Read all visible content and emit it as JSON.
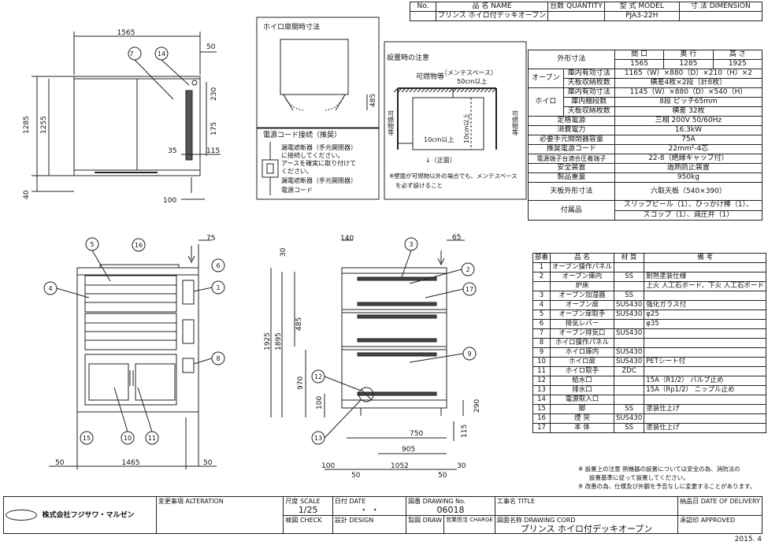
{
  "header": {
    "no_label": "No.",
    "name_label": "品 名 NAME",
    "qty_label": "台数 QUANTITY",
    "model_label": "型 式 MODEL",
    "dim_label": "寸 法 DIMENSION",
    "product_name": "プリンス ホイロ付デッキオーブン",
    "model": "PJA3-22H"
  },
  "door_box": {
    "title": "ホイロ扉開時寸法",
    "dim": "485"
  },
  "power_box": {
    "title": "電源コード接続（推奨）",
    "line1": "漏電遮断器（手元開閉器）",
    "line2": "に接続してください。",
    "line3": "アースを確実に取り付けて",
    "line4": "ください。",
    "label_breaker": "漏電遮断器（手元開閉器）",
    "label_cord": "電源コード"
  },
  "install_box": {
    "title": "設置時の注意",
    "combustible": "可燃物等",
    "maint": "（メンテスペース）",
    "dim50": "50cm以上",
    "side_left": "可燃物等",
    "side_right": "可燃物等",
    "dim10a": "10cm以上",
    "dim10b": "10cm以上",
    "front": "↓（正面）",
    "note1": "※壁面が可燃物以外の場合でも、メンテスペース",
    "note2": "を必ず設けること"
  },
  "specs": {
    "outer_label": "外形寸法",
    "col_w": "間 口",
    "col_d": "奥 行",
    "col_h": "高 さ",
    "w": "1565",
    "d": "1285",
    "h": "1925",
    "oven_label": "オーブン",
    "oven_eff_label": "庫内有効寸法",
    "oven_eff": "1165（W）×880（D）×210（H）×2",
    "oven_tray_label": "天板収納枚数",
    "oven_tray": "横差4枚×2段（計8枚）",
    "proof_label": "ホイロ",
    "proof_eff_label": "庫内有効寸法",
    "proof_eff": "1145（W）×880（D）×540（H）",
    "proof_shelf_label": "庫内棚段数",
    "proof_shelf": "8段 ピッチ65mm",
    "proof_tray_label": "天板収納枚数",
    "proof_tray": "横差 32枚",
    "power_label": "定格電源",
    "power": "三相 200V 50/60Hz",
    "consumption_label": "消費電力",
    "consumption": "16.3kW",
    "breaker_label": "必要手元開閉器容量",
    "breaker": "75A",
    "cord_label": "推奨電源コード",
    "cord": "22mm²-4芯",
    "terminal_label": "電源端子台適合圧着端子",
    "terminal": "22-8（絶縁キャップ付）",
    "safety_label": "安全装置",
    "safety": "過熱防止装置",
    "weight_label": "製品重量",
    "weight": "950kg",
    "plate_label": "天板外形寸法",
    "plate": "六取天板（540×390）",
    "accessory_label": "付属品",
    "accessory1": "スリップピール（1）、ひっかけ棒（1）、",
    "accessory2": "スコップ（1）、減圧弁（1）"
  },
  "parts_header": {
    "no": "部番",
    "name": "品 名",
    "material": "材 質",
    "remarks": "備 考"
  },
  "parts": [
    {
      "no": "1",
      "name": "オーブン操作パネル",
      "material": "",
      "remarks": ""
    },
    {
      "no": "2",
      "name": "オーブン庫内",
      "material": "SS",
      "remarks": "耐熱塗装仕様"
    },
    {
      "no": "",
      "name": "炉床",
      "material": "",
      "remarks": "上火 人工石ボード、下火 人工石ボード"
    },
    {
      "no": "3",
      "name": "オーブン加湿器",
      "material": "SS",
      "remarks": ""
    },
    {
      "no": "4",
      "name": "オーブン扉",
      "material": "SUS430",
      "remarks": "強化ガラス付"
    },
    {
      "no": "5",
      "name": "オーブン扉取手",
      "material": "SUS430",
      "remarks": "φ25"
    },
    {
      "no": "6",
      "name": "排気レバー",
      "material": "",
      "remarks": "φ35"
    },
    {
      "no": "7",
      "name": "オーブン排気口",
      "material": "SUS430",
      "remarks": ""
    },
    {
      "no": "8",
      "name": "ホイロ操作パネル",
      "material": "",
      "remarks": ""
    },
    {
      "no": "9",
      "name": "ホイロ庫内",
      "material": "SUS430",
      "remarks": ""
    },
    {
      "no": "10",
      "name": "ホイロ扉",
      "material": "SUS430",
      "remarks": "PETシート付"
    },
    {
      "no": "11",
      "name": "ホイロ取手",
      "material": "ZDC",
      "remarks": ""
    },
    {
      "no": "12",
      "name": "給水口",
      "material": "",
      "remarks": "15A（R1/2） バルブ止め"
    },
    {
      "no": "13",
      "name": "排水口",
      "material": "",
      "remarks": "15A（Rp1/2） ニップル止め"
    },
    {
      "no": "14",
      "name": "電源取入口",
      "material": "",
      "remarks": ""
    },
    {
      "no": "15",
      "name": "脚",
      "material": "SS",
      "remarks": "塗装仕上げ"
    },
    {
      "no": "16",
      "name": "煙 突",
      "material": "SUS430",
      "remarks": ""
    },
    {
      "no": "17",
      "name": "本 体",
      "material": "SS",
      "remarks": "塗装仕上げ"
    }
  ],
  "notes": {
    "n1": "※ 設置上の注意 熱機器の設置については安全の為、消防法の",
    "n1b": "設置基準に従って設置してください。",
    "n2": "※ 改善の為、仕様及び外観を予告なしに変更することがあります。"
  },
  "footer": {
    "company": "株式会社フジサワ・マルゼン",
    "alteration": "変更事項 ALTERATION",
    "scale_label": "尺度 SCALE",
    "scale": "1/25",
    "date_label": "日付 DATE",
    "date_val": "・ ・",
    "drawing_no_label": "図番 DRAWING No.",
    "drawing_no": "06018",
    "title_label": "工事名 TITLE",
    "delivery_label": "納品日 DATE OF DELIVERY",
    "check_label": "検図 CHECK",
    "design_label": "設計 DESIGN",
    "draw_label": "製図 DRAW",
    "charge_label": "営業担当 CHARGE",
    "cord_label": "図面名称 DRAWING CORD",
    "drawing_name": "プリンス ホイロ付デッキオーブン",
    "approved_label": "承認印 APPROVED",
    "year": "2015. 4"
  },
  "dims": {
    "top_w": "1565",
    "d50a": "50",
    "d1285": "1285",
    "d1255": "1255",
    "d40": "40",
    "d230": "230",
    "d175": "175",
    "d35": "35",
    "d115": "115",
    "d100a": "100",
    "d75": "75",
    "d1465": "1465",
    "d50b": "50",
    "d50c": "50",
    "d140": "140",
    "d65": "65",
    "d30": "30",
    "d485": "485",
    "d1925": "1925",
    "d1895": "1895",
    "d970": "970",
    "d100b": "100",
    "d290": "290",
    "d115b": "115",
    "d750": "750",
    "d905": "905",
    "d100c": "100",
    "d1052": "1052",
    "d30b": "30",
    "d50d": "50",
    "d50e": "50"
  }
}
